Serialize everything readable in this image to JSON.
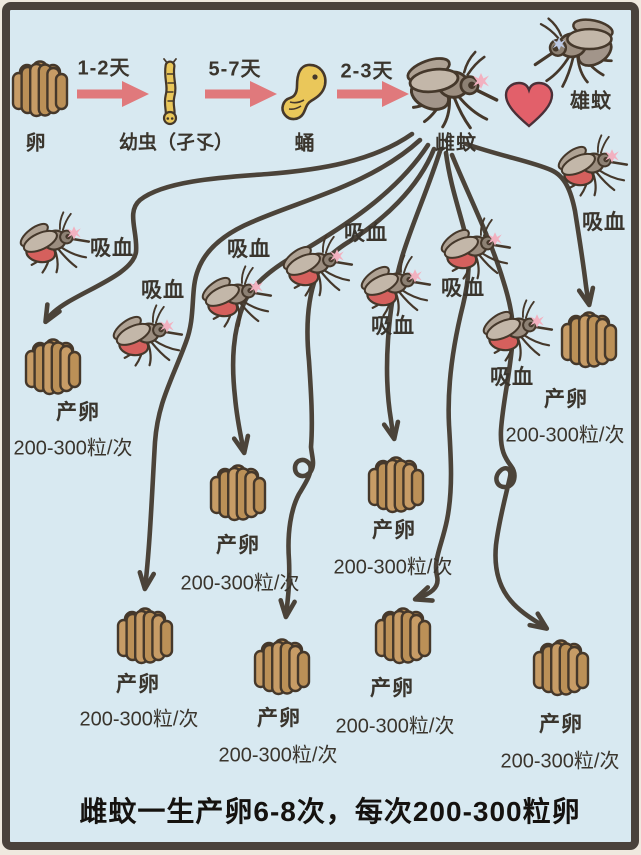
{
  "poster": {
    "title": "雌蚊一生产卵6-8次，每次200-300粒卵"
  },
  "lifecycle": {
    "stage_egg": "卵",
    "stage_larva": "幼虫（孑孓）",
    "stage_pupa": "蛹",
    "stage_female": "雌蚊",
    "stage_male": "雄蚊",
    "duration_egg_to_larva": "1-2天",
    "duration_larva_to_pupa": "5-7天",
    "duration_pupa_to_adult": "2-3天"
  },
  "branches": [
    {
      "suck": "吸血",
      "lay": "产卵",
      "amount": "200-300粒/次"
    },
    {
      "suck": "吸血",
      "lay": "产卵",
      "amount": "200-300粒/次"
    },
    {
      "suck": "吸血",
      "lay": "产卵",
      "amount": "200-300粒/次"
    },
    {
      "suck": "吸血",
      "lay": "产卵",
      "amount": "200-300粒/次"
    },
    {
      "suck": "吸血",
      "lay": "产卵",
      "amount": "200-300粒/次"
    },
    {
      "suck": "吸血",
      "lay": "产卵",
      "amount": "200-300粒/次"
    },
    {
      "suck": "吸血",
      "lay": "产卵",
      "amount": "200-300粒/次"
    },
    {
      "suck": "吸血",
      "lay": "产卵",
      "amount": "200-300粒/次"
    }
  ],
  "icons": {
    "egg": "egg-raft-icon",
    "larva": "larva-icon",
    "pupa": "pupa-icon",
    "female_mosquito": "female-mosquito-icon",
    "male_mosquito": "male-mosquito-icon",
    "blood_fed_mosquito": "blood-fed-mosquito-icon",
    "heart": "heart-icon",
    "flow_arrow": "curved-flow-arrow"
  },
  "colors": {
    "background": "#d8e9f1",
    "border": "#4a423c",
    "line": "#4b4339",
    "arrow": "#e0797c",
    "egg": "#c79c66",
    "egg2": "#bb9057",
    "outline": "#45382b",
    "mosquito_body": "#a2958a",
    "wing": "#c3b7a9",
    "wing2": "#afa294",
    "thorax": "#9c8e80",
    "mhead": "#8d8174",
    "blood": "#d5605d",
    "heart": "#e2606a",
    "splash": "#f2b1c0",
    "yellow": "#eac75a",
    "text": "#3a352d",
    "title_text": "#15120f"
  }
}
